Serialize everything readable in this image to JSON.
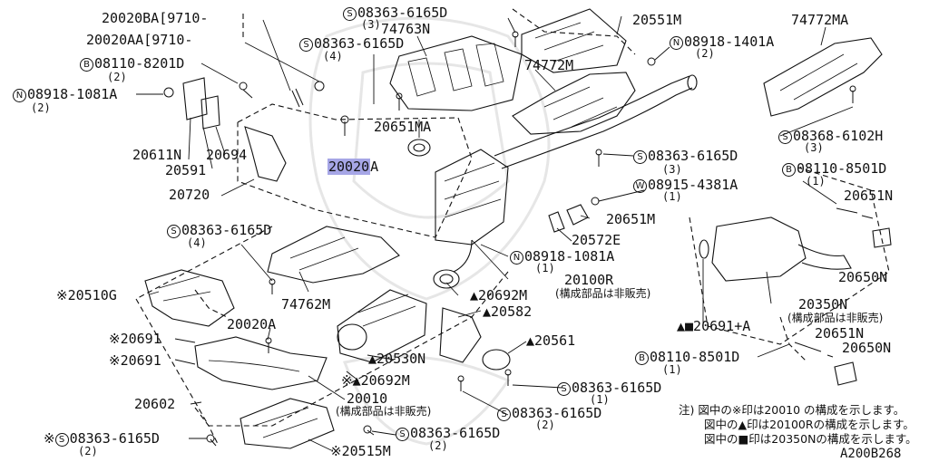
{
  "diagram_id": "A200B268",
  "labels": {
    "p20020BA": "20020BA[9710-",
    "p20020AA": "20020AA[9710-",
    "b08110_8201D": "08110-8201D",
    "b08110_8201D_q": "(2)",
    "n08918_1081A_l": "08918-1081A",
    "n08918_1081A_l_q": "(2)",
    "p20611N": "20611N",
    "p20591": "20591",
    "p20694": "20694",
    "p20720": "20720",
    "p20020A_hl": "20020",
    "p20020A_suffix": "A",
    "s08363_top": "08363-6165D",
    "s08363_top_q": "(3)",
    "p74763N": "74763N",
    "s08363_mid": "08363-6165D",
    "s08363_mid_q": "(4)",
    "p20551M": "20551M",
    "n08918_1401A": "08918-1401A",
    "n08918_1401A_q": "(2)",
    "p74772MA": "74772MA",
    "p74772M": "74772M",
    "p20651MA": "20651MA",
    "s08363_r1": "08363-6165D",
    "s08363_r1_q": "(3)",
    "s08368": "08368-6102H",
    "s08368_q": "(3)",
    "b08110_8501D_t": "08110-8501D",
    "b08110_8501D_t_q": "(1)",
    "w08915": "08915-4381A",
    "w08915_q": "(1)",
    "p20651N_t": "20651N",
    "p20651M": "20651M",
    "p20572E": "20572E",
    "n08918_1081A_m": "08918-1081A",
    "n08918_1081A_m_q": "(1)",
    "p20650N_t": "20650N",
    "s08363_l": "08363-6165D",
    "s08363_l_q": "(4)",
    "p20100R": "20100R",
    "p20100R_note": "(構成部品は非販売)",
    "p20510G": "※20510G",
    "p74762M": "74762M",
    "p20692M": "▲20692M",
    "p20582": "▲20582",
    "p20350N": "20350N",
    "p20350N_note": "(構成部品は非販売)",
    "p20020A_b": "20020A",
    "p20691_a": "※20691",
    "p20691_b": "※20691",
    "p20530N": "▲20530N",
    "p20561": "▲20561",
    "p20691A": "▲■20691+A",
    "p20651N_b": "20651N",
    "p20650N_b": "20650N",
    "p20692M_x": "※▲20692M",
    "b08110_8501D_b": "08110-8501D",
    "b08110_8501D_b_q": "(1)",
    "s08363_r2": "08363-6165D",
    "s08363_r2_q": "(1)",
    "p20602": "20602",
    "p20010": "20010",
    "p20010_note": "(構成部品は非販売)",
    "s08363_r3": "08363-6165D",
    "s08363_r3_q": "(2)",
    "s08363_bl_prefix": "※",
    "s08363_bl": "08363-6165D",
    "s08363_bl_q": "(2)",
    "s08363_bm": "08363-6165D",
    "s08363_bm_q": "(2)",
    "p20515M": "※20515M",
    "note1": "注) 図中の※印は20010  の構成を示します。",
    "note2": "図中の▲印は20100Rの構成を示します。",
    "note3": "図中の■印は20350Nの構成を示します。"
  },
  "symbols": {
    "S": "S",
    "B": "B",
    "N": "N",
    "W": "W"
  },
  "colors": {
    "highlight": "#a6a6e6",
    "ink": "#111111",
    "watermark": "#e3e3e3"
  }
}
